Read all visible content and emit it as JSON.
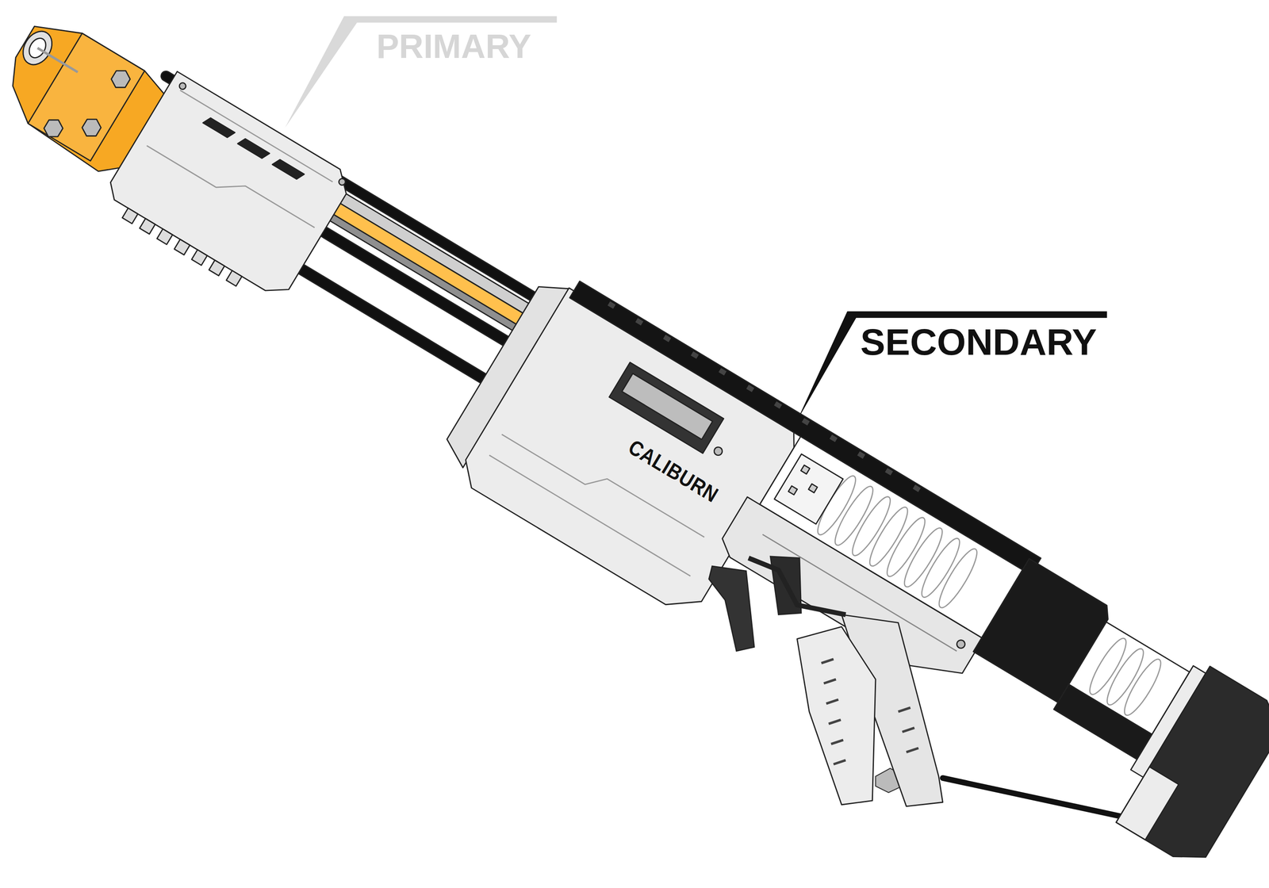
{
  "diagram": {
    "labels": [
      "PRIMARY",
      "SECONDARY",
      "CALIBURN"
    ]
  }
}
